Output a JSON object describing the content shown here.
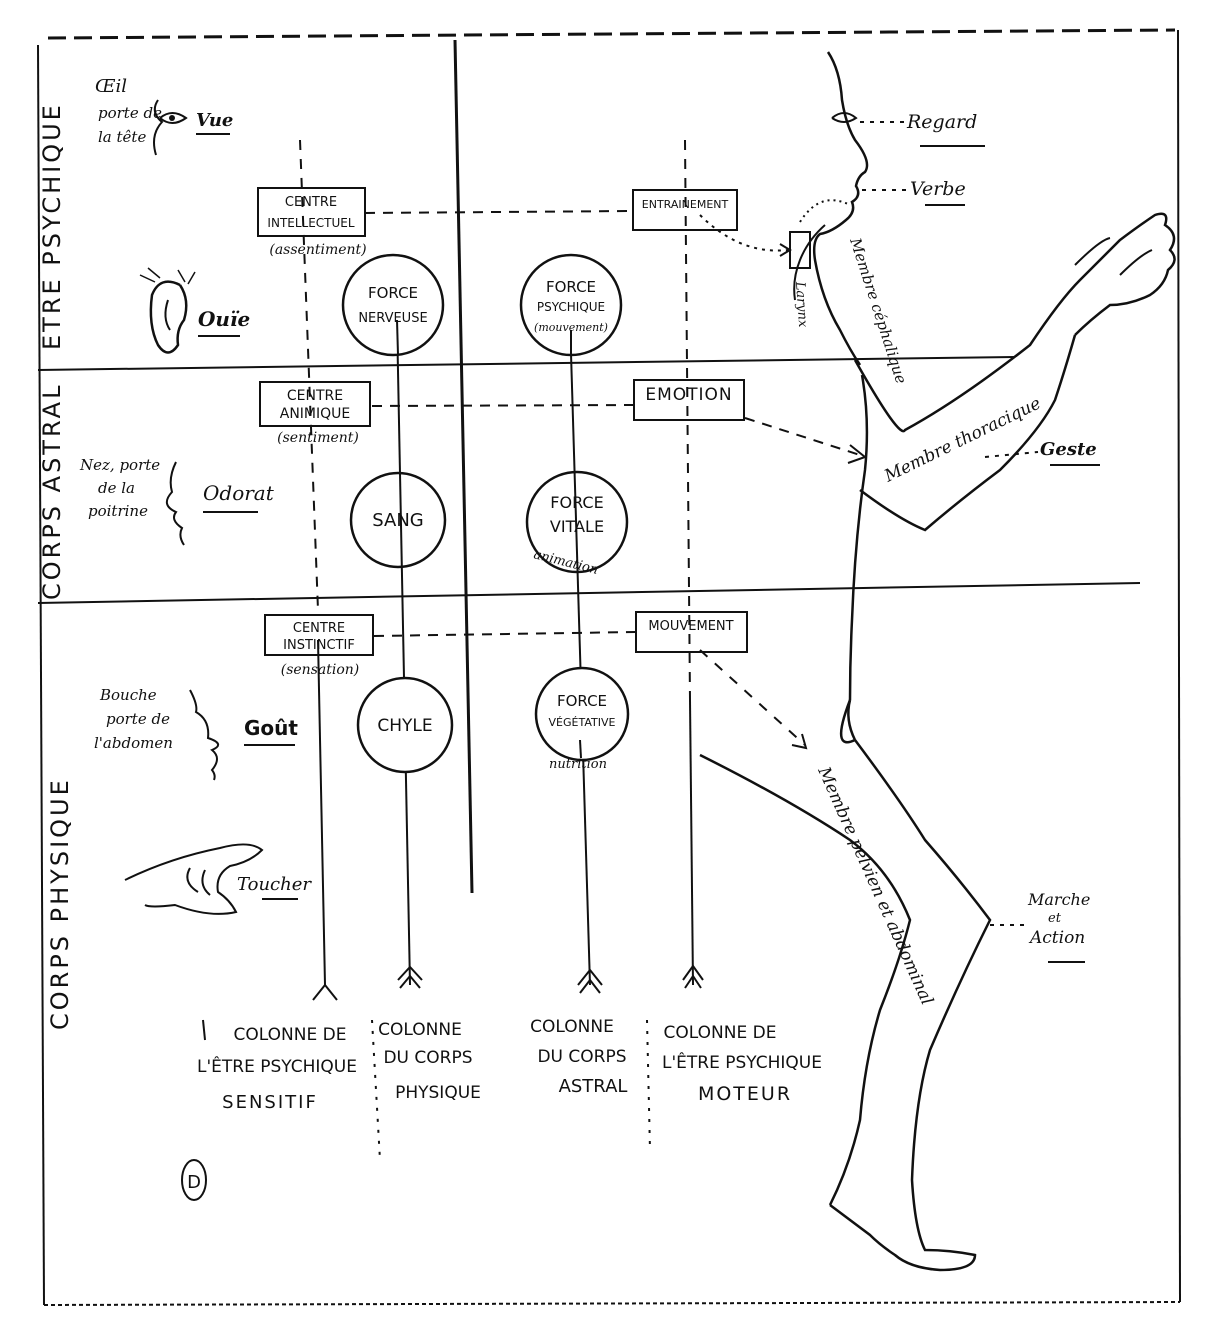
{
  "sections": {
    "etre_psychique": "ETRE PSYCHIQUE",
    "corps_astral": "CORPS ASTRAL",
    "corps_physique": "CORPS PHYSIQUE"
  },
  "senses": {
    "oeil": {
      "label": "Œil",
      "sub1": "porte de",
      "sub2": "la tête",
      "sense": "Vue"
    },
    "oreille": {
      "sense": "Ouïe"
    },
    "nez": {
      "label": "Nez, porte",
      "sub1": "de la",
      "sub2": "poitrine",
      "sense": "Odorat"
    },
    "bouche": {
      "label": "Bouche",
      "sub1": "porte de",
      "sub2": "l'abdomen",
      "sense": "Goût"
    },
    "main": {
      "sense": "Toucher"
    }
  },
  "centres": {
    "intellectuel": {
      "line1": "CENTRE",
      "line2": "INTELLECTUEL",
      "sub": "(assentiment)"
    },
    "animique": {
      "line1": "CENTRE",
      "line2": "ANIMIQUE",
      "sub": "(sentiment)"
    },
    "instinctif": {
      "line1": "CENTRE",
      "line2": "INSTINCTIF",
      "sub": "(sensation)"
    }
  },
  "actions": {
    "entrainement": "ENTRAINEMENT",
    "emotion": "EMOTION",
    "mouvement": "MOUVEMENT"
  },
  "circles": {
    "force_nerveuse": {
      "line1": "FORCE",
      "line2": "NERVEUSE"
    },
    "force_psychique": {
      "line1": "FORCE",
      "line2": "PSYCHIQUE",
      "sub": "(mouvement)"
    },
    "sang": {
      "line1": "SANG"
    },
    "force_vitale": {
      "line1": "FORCE",
      "line2": "VITALE",
      "sub": "animation"
    },
    "chyle": {
      "line1": "CHYLE"
    },
    "force_vegetative": {
      "line1": "FORCE",
      "line2": "VÉGÉTATIVE",
      "sub": "nutrition"
    }
  },
  "columns": {
    "col1": {
      "line1": "COLONNE DE",
      "line2": "L'ÊTRE PSYCHIQUE",
      "line3": "SENSITIF"
    },
    "col2": {
      "line1": "COLONNE",
      "line2": "DU CORPS",
      "line3": "PHYSIQUE"
    },
    "col3": {
      "line1": "COLONNE",
      "line2": "DU CORPS",
      "line3": "ASTRAL"
    },
    "col4": {
      "line1": "COLONNE DE",
      "line2": "L'ÊTRE PSYCHIQUE",
      "line3": "MOTEUR"
    }
  },
  "figure": {
    "regard": "Regard",
    "verbe": "Verbe",
    "larynx": "Larynx",
    "membre_cephalique": "Membre céphalique",
    "membre_thoracique": "Membre thoracique",
    "geste": "Geste",
    "membre_pelvien": "Membre pelvien et abdominal",
    "marche_1": "Marche",
    "marche_2": "et",
    "marche_3": "Action"
  },
  "plate_mark": "D"
}
